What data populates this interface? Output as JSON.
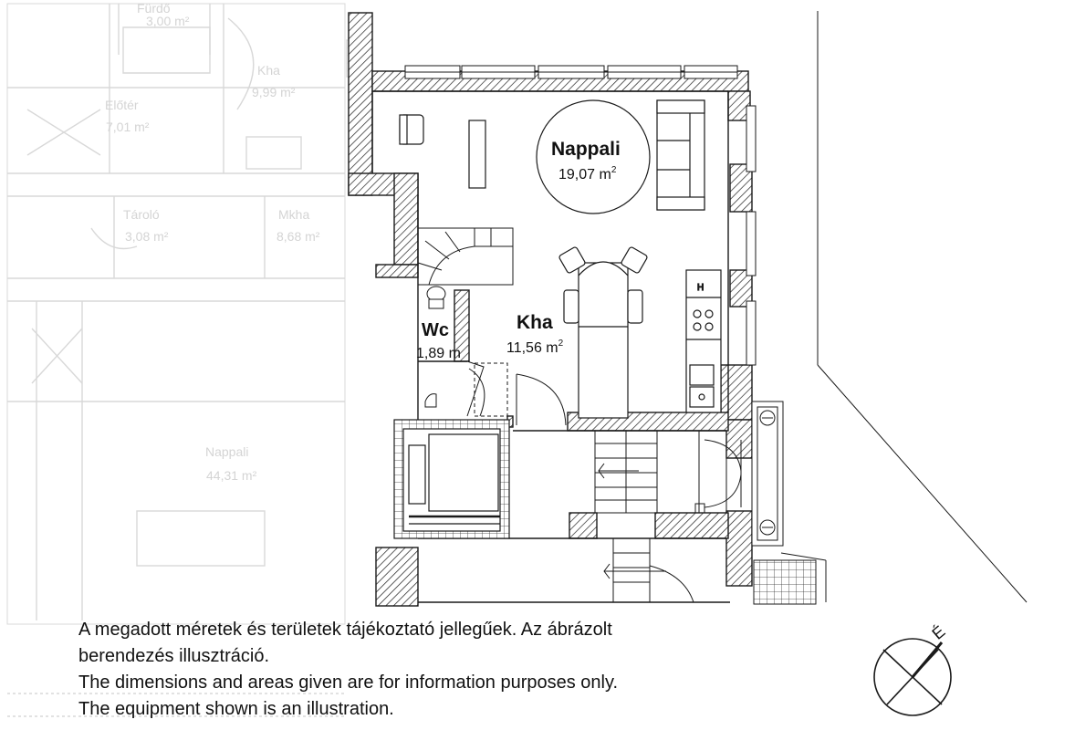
{
  "rooms": {
    "living": {
      "name": "Nappali",
      "area": "19,07 m",
      "unit_exp": "2"
    },
    "kitchen": {
      "name": "Kha",
      "area": "11,56 m",
      "unit_exp": "2"
    },
    "wc": {
      "name": "Wc",
      "area": "1,89 m"
    }
  },
  "background_rooms": {
    "r1": {
      "name": "Fürdő",
      "area": "3,00 m²"
    },
    "r2": {
      "name": "Kha",
      "area": "9,99 m²"
    },
    "r3": {
      "name": "Előtér",
      "area": "7,01 m²"
    },
    "r4": {
      "name": "Tároló",
      "area": "3,08 m²"
    },
    "r5": {
      "name": "Mkha",
      "area": "8,68 m²"
    },
    "r6": {
      "name": "Nappali",
      "area": "44,31 m²"
    }
  },
  "notes": {
    "hu_line1": "A megadott méretek és területek tájékoztató jellegűek. Az ábrázolt",
    "hu_line2": "berendezés illusztráció.",
    "en_line1": "The dimensions and areas given are for information purposes only.",
    "en_line2": "The equipment shown is an illustration."
  },
  "compass": {
    "label": "É"
  },
  "colors": {
    "line": "#1a1a1a",
    "ghost": "#d6d6d6"
  }
}
